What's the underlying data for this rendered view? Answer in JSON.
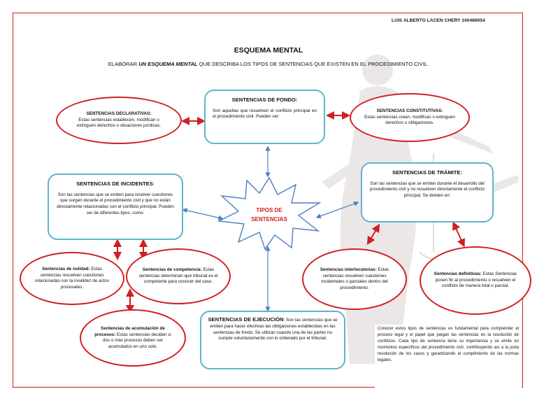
{
  "header": {
    "author": "LUIS ALBERTO LACEN CHERY 100486054",
    "title": "ESQUEMA MENTAL",
    "subtitle_pre": "ELABORAR ",
    "subtitle_em": "UN ESQUEMA MENTAL",
    "subtitle_post": " QUE DESCRIBA LOS TIPOS DE SENTENCIAS QUE EXISTEN EN EL PROCEDIMIENTO CIVIL."
  },
  "center": {
    "label_line1": "TIPOS DE",
    "label_line2": "SENTENCIAS"
  },
  "fondo": {
    "title": "SENTENCIAS DE FONDO:",
    "text": "Son aquellas que resuelven el conflicto principal en el procedimiento civil. Pueden ser:"
  },
  "declarativas": {
    "title": "SENTENCIAS DECLARATIVAS:",
    "text": "Estas sentencias establecen, modifican o extinguen derechos o situaciones jurídicas."
  },
  "constitutivas": {
    "title": "SENTENCIAS CONSTITUTIVAS:",
    "text": "Estas sentencias crean, modifican o extinguen derechos u obligaciones."
  },
  "incidentes": {
    "title": "SENTENCIAS DE INCIDENTES",
    "title_suffix": ":",
    "text": "Son las sentencias que se emiten para resolver cuestiones que surgen durante el procedimiento civil y que no están directamente relacionadas con el conflicto principal. Pueden ser de diferentes tipos, como:"
  },
  "nulidad": {
    "title": "Sentencias de nulidad:",
    "text": " Estas sentencias resuelven cuestiones relacionadas con la invalidez de actos procesales."
  },
  "competencia": {
    "title": "Sentencias de competencia:",
    "text": " Estas sentencias determinan qué tribunal es el competente para conocer del caso."
  },
  "acumulacion": {
    "title": "Sentencias de acumulación de procesos:",
    "text": " Estas sentencias deciden si dos o más procesos deben ser acumulados en uno solo."
  },
  "tramite": {
    "title": "SENTENCIAS DE TRÁMITE:",
    "text": "Son las sentencias que se emiten durante el desarrollo del procedimiento civil y no resuelven directamente el conflicto principal. Se dividen en:"
  },
  "interlocutorias": {
    "title": "Sentencias interlocutorias:",
    "text": " Estas sentencias resuelven cuestiones incidentales o parciales dentro del procedimiento."
  },
  "definitivas": {
    "title": "Sentencias definitivas:",
    "text": " Estas Sentencias ponen fin al procedimiento o resuelven el conflicto de manera total o parcial."
  },
  "ejecucion": {
    "title": "SENTENCIAS DE EJECUCIÓN",
    "text": ": Son las sentencias que se emiten para hacer efectivas las obligaciones establecidas en las sentencias de fondo. Se utilizan cuando una de las partes no cumple voluntariamente con lo ordenado por el tribunal."
  },
  "conclusion": {
    "text": "Conocer estos tipos de sentencias es fundamental para comprender el proceso legal y el papel que juegan las sentencias en la resolución de conflictos. Cada tipo de sentencia tiene su importancia y se emite en momentos específicos del procedimiento civil, contribuyendo así a la justa resolución de los casos y garantizando el cumplimiento de las normas legales."
  },
  "colors": {
    "oval_border": "#d11f1f",
    "box_border": "#5fb3cf",
    "arrow_blue": "#4a7fc0",
    "arrow_red": "#d11f1f",
    "frame": "#c81e1e"
  }
}
